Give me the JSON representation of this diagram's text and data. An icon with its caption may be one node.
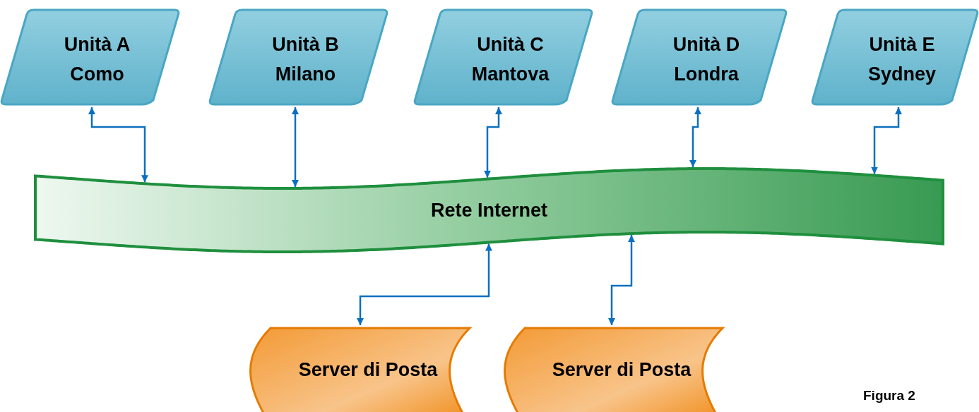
{
  "diagram": {
    "nodes": [
      {
        "text": [
          "Unità A Como"
        ]
      },
      {
        "text": [
          "Unità B Milano"
        ]
      },
      {
        "text": [
          "Unità C Mantova"
        ]
      },
      {
        "text": [
          "Unità D Londra"
        ]
      },
      {
        "text": [
          "Unità E Sydney"
        ]
      },
      {
        "text": [
          "Rete Internet"
        ]
      },
      {
        "text": [
          "Server di Posta"
        ]
      },
      {
        "text": [
          "Server di Posta"
        ]
      }
    ],
    "edges": [
      {
        "from": 0,
        "to": 5,
        "arrow": "both"
      },
      {
        "from": 1,
        "to": 5,
        "arrow": "both"
      },
      {
        "from": 2,
        "to": 5,
        "arrow": "both"
      },
      {
        "from": 3,
        "to": 5,
        "arrow": "both"
      },
      {
        "from": 4,
        "to": 5,
        "arrow": "both"
      },
      {
        "from": 6,
        "to": 5,
        "arrow": "both"
      },
      {
        "from": 7,
        "to": 5,
        "arrow": "both"
      }
    ],
    "labels": [
      "Figura 2"
    ]
  }
}
